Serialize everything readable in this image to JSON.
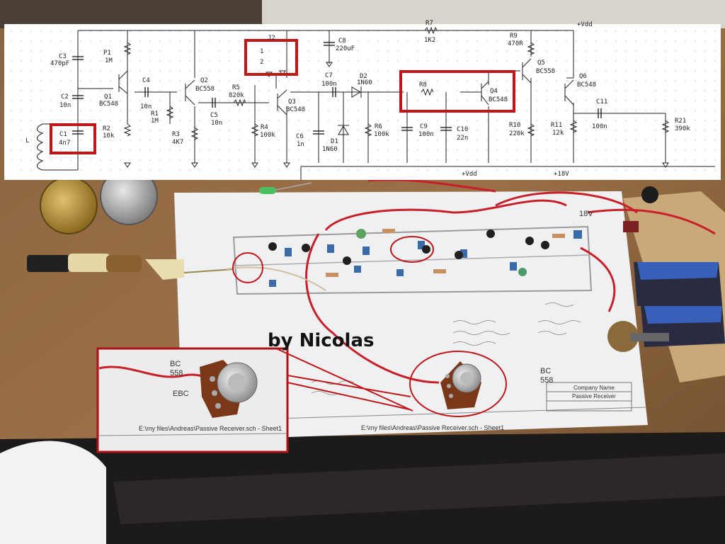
{
  "caption": "by Nicolas",
  "schematic": {
    "labels": {
      "c3": "C3",
      "c3v": "470pF",
      "p1": "P1",
      "p1v": "1M",
      "c2": "C2",
      "c2v": "10n",
      "c1": "C1",
      "c1v": "4n7",
      "l": "L",
      "r2": "R2",
      "r2v": "10k",
      "q1": "Q1",
      "q1v": "BC548",
      "c4": "C4",
      "c4v": "10n",
      "r1": "R1",
      "r1v": "1M",
      "q2": "Q2",
      "q2v": "BC558",
      "r3": "R3",
      "r3v": "4K7",
      "c5": "C5",
      "c5v": "10n",
      "r5": "R5",
      "r5v": "820k",
      "r4": "R4",
      "r4v": "100k",
      "q3": "Q3",
      "q3v": "BC548",
      "j2": "J2",
      "j2p1": "1",
      "j2p2": "2",
      "c8": "C8",
      "c8v": "220uF",
      "c7": "C7",
      "c7v": "100n",
      "c6": "C6",
      "c6v": "1n",
      "d2": "D2",
      "d2v": "1N60",
      "d1": "D1",
      "d1v": "1N60",
      "r6": "R6",
      "r6v": "100k",
      "r7": "R7",
      "r7v": "1K2",
      "r8": "R8",
      "c9": "C9",
      "c9v": "100n",
      "c10": "C10",
      "c10v": "22n",
      "q4": "Q4",
      "q4v": "BC548",
      "r9": "R9",
      "r9v": "470R",
      "q5": "Q5",
      "q5v": "BC558",
      "r10": "R10",
      "r10v": "220k",
      "q6": "Q6",
      "q6v": "BC548",
      "r11": "R11",
      "r11v": "12k",
      "c11": "C11",
      "c11v": "100n",
      "r21": "R21",
      "r21v": "390k",
      "vdd": "+Vdd",
      "vdd2": "+Vdd",
      "v18": "+18V"
    }
  },
  "paper": {
    "path1": "E:\\my files\\Andreas\\Passive Receiver.sch - Sheet1",
    "path2": "E:\\my files\\Andreas\\Passive Receiver.sch - Sheet1",
    "title_company": "Company Name",
    "title_name": "Passive Receiver",
    "v18": "18V",
    "bc558a": "BC",
    "bc558b": "558",
    "bc558c": "BC",
    "bc558d": "558",
    "ebc": "EBC"
  },
  "colors": {
    "highlight": "#c0161a",
    "wire": "#c8202a",
    "paper": "#eef0f2",
    "desk": "#8a6440"
  }
}
